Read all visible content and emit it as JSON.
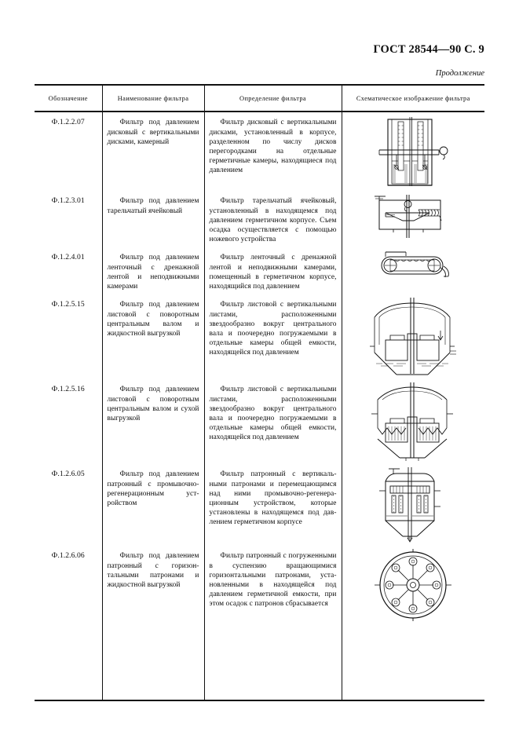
{
  "header": {
    "standard": "ГОСТ 28544—90 С. 9",
    "continuation": "Продолжение"
  },
  "table": {
    "columns": [
      "Обозначение",
      "Наименование фильтра",
      "Определение фильтра",
      "Схематическое изображение фильтра"
    ],
    "rows": [
      {
        "designation": "Ф.1.2.2.07",
        "name": "Фильтр под давлением дисковый с вертикальны­ми дисками, камерный",
        "definition": "Фильтр дисковый с вертикаль­ными дисками, установленный в корпусе, разделенном по числу дис­ков перегородками на отдельные герметичные камеры, находящиеся под давлением",
        "schematic": "disc-filter-vertical-discs-chambered"
      },
      {
        "designation": "Ф.1.2.3.01",
        "name": "Фильтр под давлением тарельчатый ячейковый",
        "definition": "Фильтр тарельчатый ячейковый, установленный в находящемся под давлением герметичном корпусе. Съем осадка осуществляется с помощью ножевого устройства",
        "schematic": "plate-cell-filter"
      },
      {
        "designation": "Ф.1.2.4.01",
        "name": "Фильтр под давлением ленточный с дренажной лентой и неподвижными камерами",
        "definition": "Фильтр ленточный с дренажной лентой и неподвижными камерами, помещенный в герметичном кор­пусе, находящийся под давлением",
        "schematic": "belt-filter-drainage-belt"
      },
      {
        "designation": "Ф.1.2.5.15",
        "name": "Фильтр под давлением листовой с поворотным центральным валом и жидкостной выгрузкой",
        "definition": "Фильтр листовой с вертикаль­ными листами, расположенными звездообразно вокруг центрального вала и поочередно погружаемыми в отдельные камеры общей емкости, находящейся под давлением",
        "schematic": "leaf-filter-rotating-shaft-liquid-discharge"
      },
      {
        "designation": "Ф.1.2.5.16",
        "name": "Фильтр под давлением листовой с поворотным центральным валом и сухой выгрузкой",
        "definition": "Фильтр листовой с вертикаль­ными листами, расположенными звездообразно вокруг центрального вала и поочередно погружаемыми в отдельные камеры общей емкости, находящейся под давлением",
        "schematic": "leaf-filter-rotating-shaft-dry-discharge"
      },
      {
        "designation": "Ф.1.2.6.05",
        "name": "Фильтр под давлением патронный с промывоч­но-регенерационным уст­ройством",
        "definition": "Фильтр патронный с вертикаль­ными патронами и перемещающим­ся над ними промывочно-регенера­ционным устройством, которые установлены в находящемся под дав­лением герметичном корпусе",
        "schematic": "cartridge-filter-wash-regeneration-device"
      },
      {
        "designation": "Ф.1.2.6.06",
        "name": "Фильтр под давлением патронный с горизон­тальными патронами и жидкостной выгрузкой",
        "definition": "Фильтр патронный с погружен­ными в суспензию вращающимися горизонтальными патронами, уста­новленными в находящейся под давлением герметичной емкости, при этом осадок с патронов сбра­сывается",
        "schematic": "cartridge-filter-horizontal-cartridges"
      }
    ]
  },
  "colors": {
    "ink": "#0d0d0d",
    "rule": "#111111",
    "background": "#ffffff"
  }
}
